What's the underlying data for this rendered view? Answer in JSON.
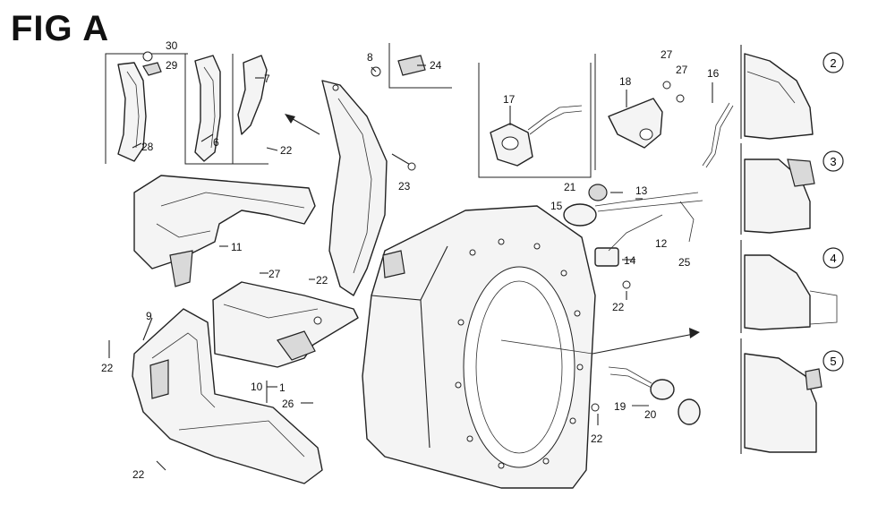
{
  "figure": {
    "title": "FIG A"
  },
  "callouts": [
    {
      "id": "c30",
      "label": "30"
    },
    {
      "id": "c29",
      "label": "29"
    },
    {
      "id": "c28a",
      "label": "28"
    },
    {
      "id": "c6",
      "label": "6"
    },
    {
      "id": "c7",
      "label": "7"
    },
    {
      "id": "c22a",
      "label": "22"
    },
    {
      "id": "c8",
      "label": "8"
    },
    {
      "id": "c24",
      "label": "24"
    },
    {
      "id": "c23",
      "label": "23"
    },
    {
      "id": "c17",
      "label": "17"
    },
    {
      "id": "c18",
      "label": "18"
    },
    {
      "id": "c27a",
      "label": "27"
    },
    {
      "id": "c27b",
      "label": "27"
    },
    {
      "id": "c16",
      "label": "16"
    },
    {
      "id": "c11",
      "label": "11"
    },
    {
      "id": "c21",
      "label": "21"
    },
    {
      "id": "c13",
      "label": "13"
    },
    {
      "id": "c15",
      "label": "15"
    },
    {
      "id": "c12",
      "label": "12"
    },
    {
      "id": "c14",
      "label": "14"
    },
    {
      "id": "c25",
      "label": "25"
    },
    {
      "id": "c22b",
      "label": "22"
    },
    {
      "id": "c27c",
      "label": "27"
    },
    {
      "id": "c22c",
      "label": "22"
    },
    {
      "id": "c9",
      "label": "9"
    },
    {
      "id": "c22d",
      "label": "22"
    },
    {
      "id": "c10",
      "label": "10"
    },
    {
      "id": "c1",
      "label": "1"
    },
    {
      "id": "c26",
      "label": "26"
    },
    {
      "id": "c22e",
      "label": "22"
    },
    {
      "id": "c19",
      "label": "19"
    },
    {
      "id": "c20",
      "label": "20"
    },
    {
      "id": "c22f",
      "label": "22"
    }
  ],
  "variants": [
    {
      "label": "2"
    },
    {
      "label": "3"
    },
    {
      "label": "4"
    },
    {
      "label": "5"
    }
  ]
}
